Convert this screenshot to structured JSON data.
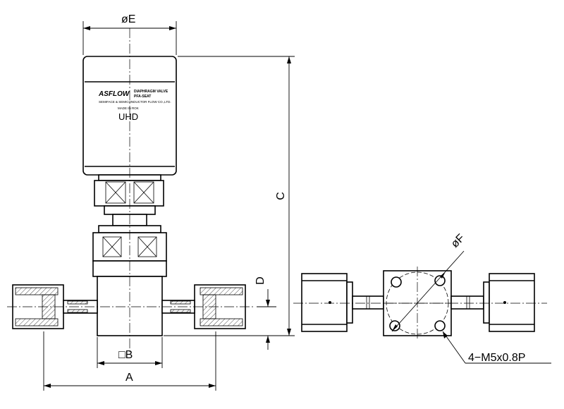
{
  "dimensions": {
    "diameter_e": "øE",
    "height_c": "C",
    "offset_d": "D",
    "body_square_b": "□B",
    "length_a": "A",
    "bolt_circle_f": "øF",
    "mount_thread": "4−M5x0.8P"
  },
  "nameplate": {
    "brand": "ASFLOW",
    "product_line1": "DIAPHRAGM VALVE",
    "product_line2": "PFA-SEAT",
    "company": "SEMIFACE & SEMICONDUCTOR FLOW CO.,LTD.",
    "origin": "MADE IN ROK",
    "model": "UHD"
  }
}
